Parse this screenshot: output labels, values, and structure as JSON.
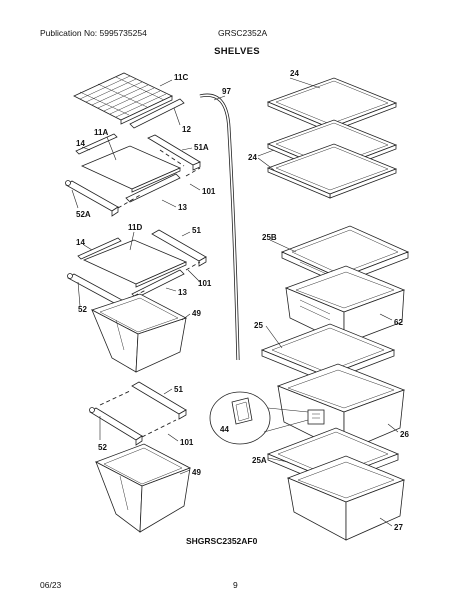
{
  "header": {
    "publication": "Publication No: 5995735254",
    "model": "GRSC2352A",
    "title": "SHELVES"
  },
  "callouts": {
    "c11C": "11C",
    "c12": "12",
    "c97": "97",
    "c24a": "24",
    "c14a": "14",
    "c11A": "11A",
    "c51A": "51A",
    "c24b": "24",
    "c101a": "101",
    "c52A": "52A",
    "c13a": "13",
    "c11D": "11D",
    "c51a": "51",
    "c14b": "14",
    "c25B": "25B",
    "c101b": "101",
    "c13b": "13",
    "c52a": "52",
    "c49a": "49",
    "c62": "62",
    "c25": "25",
    "c51b": "51",
    "c44": "44",
    "c52b": "52",
    "c101c": "101",
    "c26": "26",
    "c25A": "25A",
    "c49b": "49",
    "c27": "27"
  },
  "diagram_ref": "SHGRSC2352AF0",
  "footer": {
    "date": "06/23",
    "page": "9"
  }
}
